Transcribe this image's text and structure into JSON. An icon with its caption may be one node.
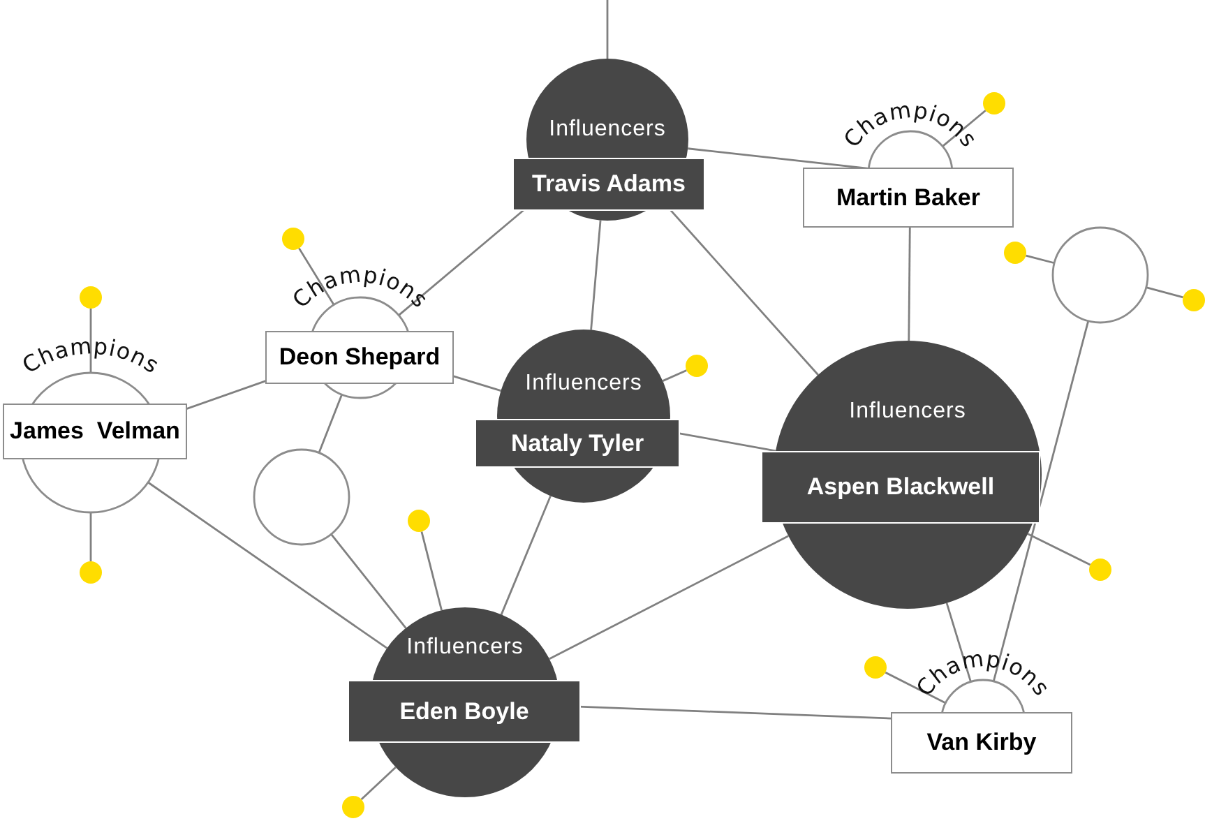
{
  "diagram": {
    "nodes": [
      {
        "text": [
          "Influencers",
          "Travis Adams"
        ]
      },
      {
        "text": [
          "Champions",
          "Martin Baker"
        ]
      },
      {
        "text": [],
        "shape": "circle"
      },
      {
        "text": [],
        "shape": "circle"
      },
      {
        "text": [],
        "shape": "circle"
      },
      {
        "text": [],
        "shape": "circle"
      },
      {
        "text": [],
        "shape": "circle"
      },
      {
        "text": [],
        "shape": "circle"
      },
      {
        "text": [
          "Champions",
          "Deon Shepard"
        ]
      },
      {
        "text": [
          "Champions",
          "James  Velman"
        ]
      },
      {
        "text": [
          "Influencers",
          "Nataly Tyler"
        ]
      },
      {
        "text": [],
        "shape": "circle"
      },
      {
        "text": [
          "Influencers",
          "Aspen Blackwell"
        ]
      },
      {
        "text": [],
        "shape": "circle"
      },
      {
        "text": [],
        "shape": "circle"
      },
      {
        "text": [],
        "shape": "circle"
      },
      {
        "text": [],
        "shape": "circle"
      },
      {
        "text": [
          "Influencers",
          "Eden Boyle"
        ]
      },
      {
        "text": [],
        "shape": "circle"
      },
      {
        "text": [
          "Champions",
          "Van Kirby"
        ]
      },
      {
        "text": [],
        "shape": "circle"
      }
    ],
    "edges": [
      {
        "from": 0,
        "to": null,
        "arrow": "none"
      },
      {
        "from": 0,
        "to": 1,
        "arrow": "none"
      },
      {
        "from": 0,
        "to": 8,
        "arrow": "none"
      },
      {
        "from": 0,
        "to": 10,
        "arrow": "none"
      },
      {
        "from": 0,
        "to": 12,
        "arrow": "none"
      },
      {
        "from": 1,
        "to": 12,
        "arrow": "none"
      },
      {
        "from": 1,
        "to": 2,
        "arrow": "none"
      },
      {
        "from": 8,
        "to": 3,
        "arrow": "none"
      },
      {
        "from": 8,
        "to": 9,
        "arrow": "none"
      },
      {
        "from": 8,
        "to": 10,
        "arrow": "none"
      },
      {
        "from": 8,
        "to": 13,
        "arrow": "none"
      },
      {
        "from": 9,
        "to": 7,
        "arrow": "none"
      },
      {
        "from": 9,
        "to": 16,
        "arrow": "none"
      },
      {
        "from": 9,
        "to": 17,
        "arrow": "none"
      },
      {
        "from": 10,
        "to": 11,
        "arrow": "none"
      },
      {
        "from": 10,
        "to": 12,
        "arrow": "none"
      },
      {
        "from": 10,
        "to": 17,
        "arrow": "none"
      },
      {
        "from": 13,
        "to": 17,
        "arrow": "none"
      },
      {
        "from": 12,
        "to": 17,
        "arrow": "none"
      },
      {
        "from": 12,
        "to": 19,
        "arrow": "none"
      },
      {
        "from": 12,
        "to": 15,
        "arrow": "none"
      },
      {
        "from": 17,
        "to": 14,
        "arrow": "none"
      },
      {
        "from": 17,
        "to": 20,
        "arrow": "none"
      },
      {
        "from": 17,
        "to": 19,
        "arrow": "none"
      },
      {
        "from": 5,
        "to": 4,
        "arrow": "none"
      },
      {
        "from": 5,
        "to": 6,
        "arrow": "none"
      },
      {
        "from": 5,
        "to": 19,
        "arrow": "none"
      },
      {
        "from": 19,
        "to": 18,
        "arrow": "none"
      }
    ]
  }
}
